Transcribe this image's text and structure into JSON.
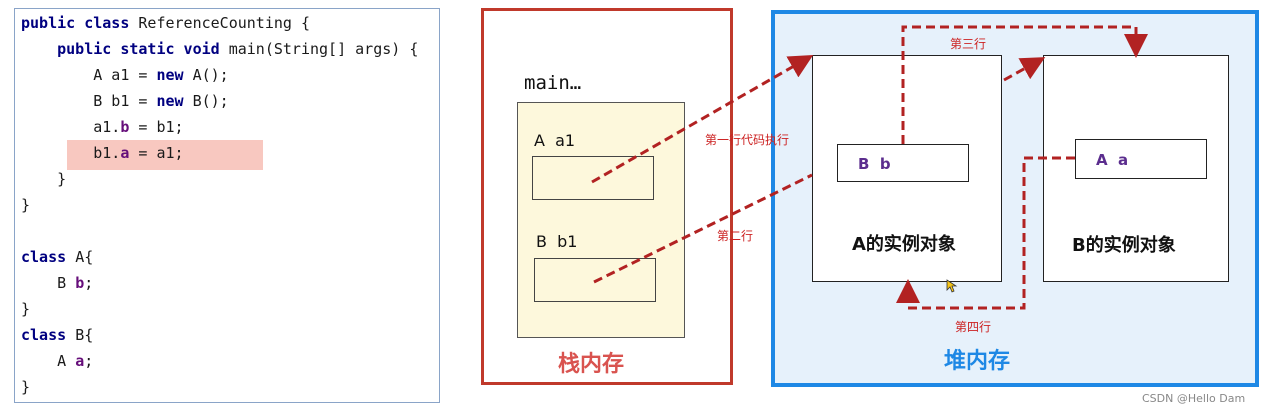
{
  "code": {
    "lines": [
      {
        "t1": "public class ",
        "kw1": true,
        "t2": "ReferenceCounting {"
      },
      {
        "t1": "    public static void ",
        "t2": "main(String[] args) {"
      },
      {
        "t1": "        A a1 = ",
        "t2": "new",
        "t3": " A();"
      },
      {
        "t1": "        B b1 = ",
        "t2": "new",
        "t3": " B();"
      },
      {
        "t1": "        a1.",
        "t2": "b",
        "t3": " = b1;"
      },
      {
        "t1": "        b1.",
        "t2": "a",
        "t3": " = a1;"
      },
      {
        "t1": "    }"
      },
      {
        "t1": "}"
      },
      {
        "t1": ""
      },
      {
        "t1": "class ",
        "t2": "A{"
      },
      {
        "t1": "    B ",
        "t2": "b",
        "t3": ";"
      },
      {
        "t1": "}"
      },
      {
        "t1": "class ",
        "t2": "B{"
      },
      {
        "t1": "    A ",
        "t2": "a",
        "t3": ";"
      },
      {
        "t1": "}"
      }
    ]
  },
  "stack": {
    "frame_label": "main…",
    "var_a1": "A  a1",
    "var_b1": "B  b1",
    "title": "栈内存",
    "color": "#c0392b"
  },
  "heap": {
    "title": "堆内存",
    "obj_a_label": "A的实例对象",
    "obj_b_label": "B的实例对象",
    "field_a_label": "B  b",
    "field_b_label": "A  a",
    "color": "#1e88e5"
  },
  "arrows": {
    "line1": "第一行代码执行",
    "line2": "第二行",
    "line3": "第三行",
    "line4": "第四行",
    "color": "#b22222"
  },
  "watermark": "CSDN @Hello Dam"
}
